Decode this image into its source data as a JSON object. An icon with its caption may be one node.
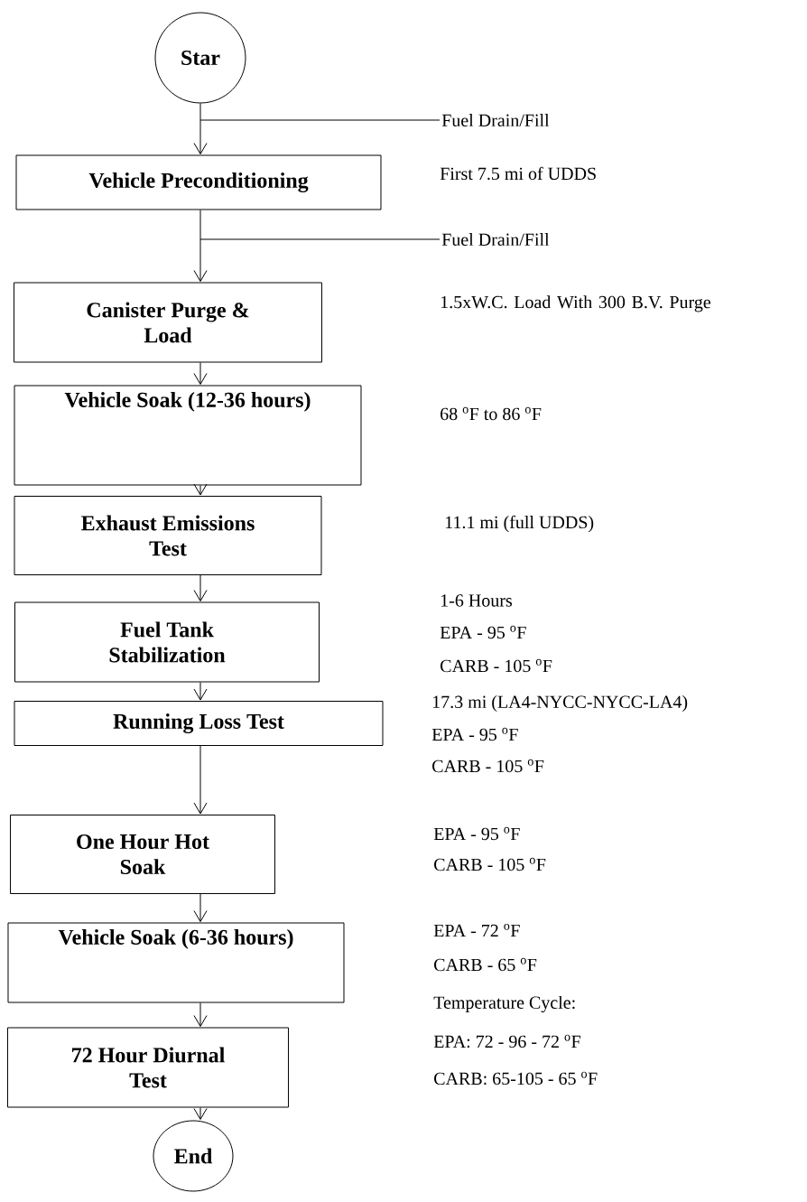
{
  "diagram": {
    "nodes": [
      {
        "text": [
          "Star"
        ]
      },
      {
        "text": [
          "Vehicle Preconditioning"
        ]
      },
      {
        "text": [
          "Canister Purge & Load"
        ]
      },
      {
        "text": [
          "Vehicle Soak (12-36 hours)"
        ]
      },
      {
        "text": [
          "Exhaust Emissions Test"
        ]
      },
      {
        "text": [
          "Fuel Tank Stabilization"
        ]
      },
      {
        "text": [
          "Running Loss Test"
        ]
      },
      {
        "text": [
          "One Hour Hot Soak"
        ]
      },
      {
        "text": [
          "Vehicle Soak (6-36 hours)"
        ]
      },
      {
        "text": [
          "72 Hour Diurnal Test"
        ]
      },
      {
        "text": [
          "End"
        ]
      },
      {
        "text": [
          "Fuel Drain/Fill"
        ]
      },
      {
        "text": [
          "Fuel Drain/Fill"
        ]
      }
    ],
    "edges": [
      {
        "from": 0,
        "to": 1,
        "arrow": "to"
      },
      {
        "from": 1,
        "to": 2,
        "arrow": "to"
      },
      {
        "from": 2,
        "to": 3,
        "arrow": "to"
      },
      {
        "from": 3,
        "to": 4,
        "arrow": "to"
      },
      {
        "from": 4,
        "to": 5,
        "arrow": "to"
      },
      {
        "from": 5,
        "to": 6,
        "arrow": "to"
      },
      {
        "from": 6,
        "to": 7,
        "arrow": "to"
      },
      {
        "from": 7,
        "to": 8,
        "arrow": "to"
      },
      {
        "from": 8,
        "to": 9,
        "arrow": "to"
      },
      {
        "from": 9,
        "to": 10,
        "arrow": "to"
      },
      {
        "from": 11,
        "to": null,
        "arrow": "none"
      },
      {
        "from": 12,
        "to": null,
        "arrow": "none"
      }
    ],
    "labels": [
      "First 7.5 mi of UDDS",
      "1.5xW.C. Load With 300 B.V. Purge",
      "68 $^{o}$F to 86 $^{o}$F",
      "11.1 mi (full UDDS)",
      "1-6 Hours",
      "EPA - 95 $^{o}$F",
      "CARB - 105 $^{o}$F",
      "17.3 mi (LA4-NYCC-NYCC-LA4)",
      "EPA - 95 $^{o}$F",
      "CARB - 105 $^{o}$F",
      "EPA - 95 $^{o}$F",
      "CARB - 105 $^{o}$F",
      "EPA - 72 $^{o}$F",
      "CARB - 65 $^{o}$F",
      "Temperature Cycle:",
      "EPA: 72 - 96 - 72 $^{o}$F",
      "CARB: 65-105 - 65 $^{o}$F"
    ]
  }
}
